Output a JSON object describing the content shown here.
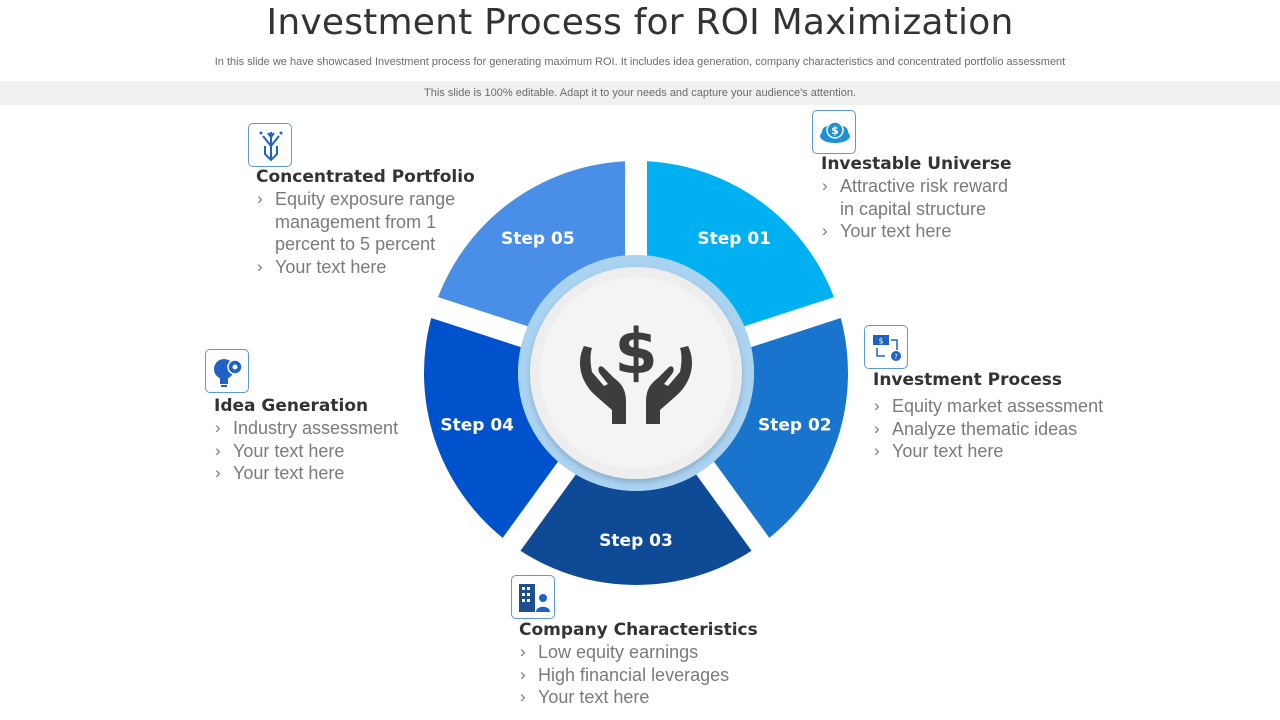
{
  "header": {
    "title": "Investment Process for ROI Maximization",
    "subtitle": "In this slide we have showcased Investment process for generating maximum ROI. It includes idea generation, company characteristics and concentrated portfolio assessment",
    "banner": "This slide is 100% editable. Adapt it to your needs and capture your audience's attention."
  },
  "center_icon": "hands-holding-dollar-icon",
  "segments": [
    {
      "label": "Step 01",
      "color": "#00b0f0"
    },
    {
      "label": "Step 02",
      "color": "#1874cd"
    },
    {
      "label": "Step 03",
      "color": "#0e4a96"
    },
    {
      "label": "Step 04",
      "color": "#0052cc"
    },
    {
      "label": "Step 05",
      "color": "#4a8fe7"
    }
  ],
  "steps": [
    {
      "title": "Investable Universe",
      "icon": "money-cloud-icon",
      "bullets": [
        "Attractive risk reward in capital structure",
        "Your text here"
      ]
    },
    {
      "title": "Investment Process",
      "icon": "money-flow-icon",
      "bullets": [
        "Equity market assessment",
        "Analyze thematic ideas",
        "Your text here"
      ]
    },
    {
      "title": "Company Characteristics",
      "icon": "company-building-icon",
      "bullets": [
        "Low equity earnings",
        "High financial leverages",
        "Your text here"
      ]
    },
    {
      "title": "Idea Generation",
      "icon": "lightbulb-gear-icon",
      "bullets": [
        "Industry assessment",
        "Your text here",
        "Your text here"
      ]
    },
    {
      "title": "Concentrated Portfolio",
      "icon": "portfolio-funnel-icon",
      "bullets": [
        "Equity exposure range management from 1 percent to 5 percent",
        "Your text here"
      ]
    }
  ]
}
